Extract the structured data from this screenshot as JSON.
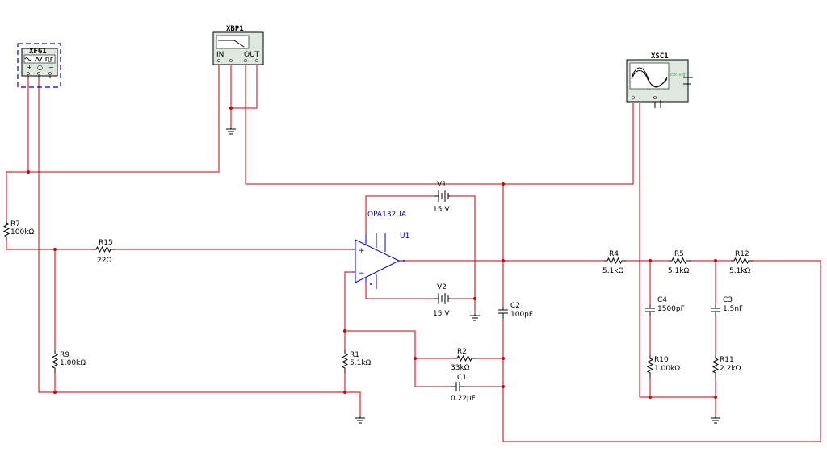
{
  "instruments": {
    "function_generator": {
      "name": "XFG1"
    },
    "bode_plotter": {
      "name": "XBP1",
      "in_label": "IN",
      "out_label": "OUT"
    },
    "oscilloscope": {
      "name": "XSC1",
      "ext_trig_label": "Ext Trig"
    }
  },
  "components": {
    "r7": {
      "ref": "R7",
      "value": "100kΩ"
    },
    "r15": {
      "ref": "R15",
      "value": "22Ω"
    },
    "r9": {
      "ref": "R9",
      "value": "1.00kΩ"
    },
    "r1": {
      "ref": "R1",
      "value": "5.1kΩ"
    },
    "r2": {
      "ref": "R2",
      "value": "33kΩ"
    },
    "c1": {
      "ref": "C1",
      "value": "0.22µF"
    },
    "v1": {
      "ref": "V1",
      "value": "15 V"
    },
    "v2": {
      "ref": "V2",
      "value": "15 V"
    },
    "u1": {
      "ref": "U1",
      "part": "OPA132UA"
    },
    "c2": {
      "ref": "C2",
      "value": "100pF"
    },
    "r4": {
      "ref": "R4",
      "value": "5.1kΩ"
    },
    "r5": {
      "ref": "R5",
      "value": "5.1kΩ"
    },
    "r12": {
      "ref": "R12",
      "value": "5.1kΩ"
    },
    "c4": {
      "ref": "C4",
      "value": "1500pF"
    },
    "c3": {
      "ref": "C3",
      "value": "1.5nF"
    },
    "r10": {
      "ref": "R10",
      "value": "1.00kΩ"
    },
    "r11": {
      "ref": "R11",
      "value": "2.2kΩ"
    }
  },
  "opamp": {
    "plus": "+",
    "minus": "−"
  },
  "colors": {
    "wire": "#cc0000",
    "component": "#000000",
    "part_label": "#0000cc",
    "instrument_face": "#dfe8df",
    "selection": "#0000cc"
  }
}
